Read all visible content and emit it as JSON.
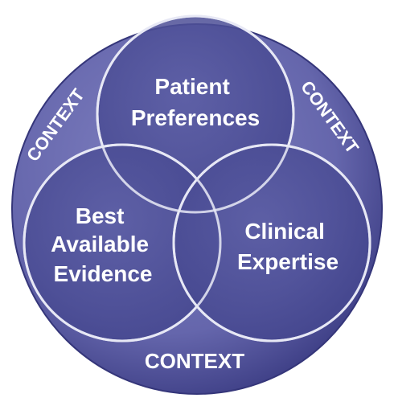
{
  "colors": {
    "outer_fill": "#6768ad",
    "outer_edge": "#3e3f85",
    "circle_fill": "#4d4f98",
    "circle_stroke": "#e6e7f4",
    "text": "#ffffff"
  },
  "circles": {
    "patient": {
      "line1": "Patient",
      "line2": "Preferences"
    },
    "evidence": {
      "line1": "Best",
      "line2": "Available",
      "line3": "Evidence"
    },
    "clinical": {
      "line1": "Clinical",
      "line2": "Expertise"
    }
  },
  "context": {
    "top_left": "CONTEXT",
    "top_right": "CONTEXT",
    "bottom": "CONTEXT"
  }
}
